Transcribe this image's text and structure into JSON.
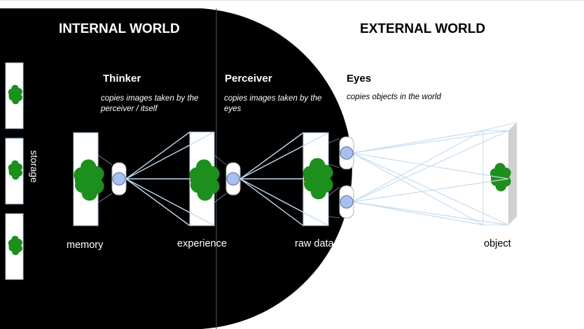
{
  "headings": {
    "internal": "INTERNAL WORLD",
    "external": "EXTERNAL WORLD"
  },
  "roles": {
    "thinker": {
      "title": "Thinker",
      "desc": "copies images taken by the perceiver / itself"
    },
    "perceiver": {
      "title": "Perceiver",
      "desc": "copies images taken by the eyes"
    },
    "eyes": {
      "title": "Eyes",
      "desc": "copies objects in the world"
    }
  },
  "labels": {
    "storage": "storage",
    "memory": "memory",
    "experience": "experience",
    "raw_data": "raw data",
    "object": "object"
  },
  "colors": {
    "internal_bg": "#000000",
    "external_bg": "#ffffff",
    "sight_line": "#c6dcee",
    "lens": "#a9bff0",
    "tree_leaves": "#1c8f1c",
    "tree_trunk": "#8b4513"
  }
}
